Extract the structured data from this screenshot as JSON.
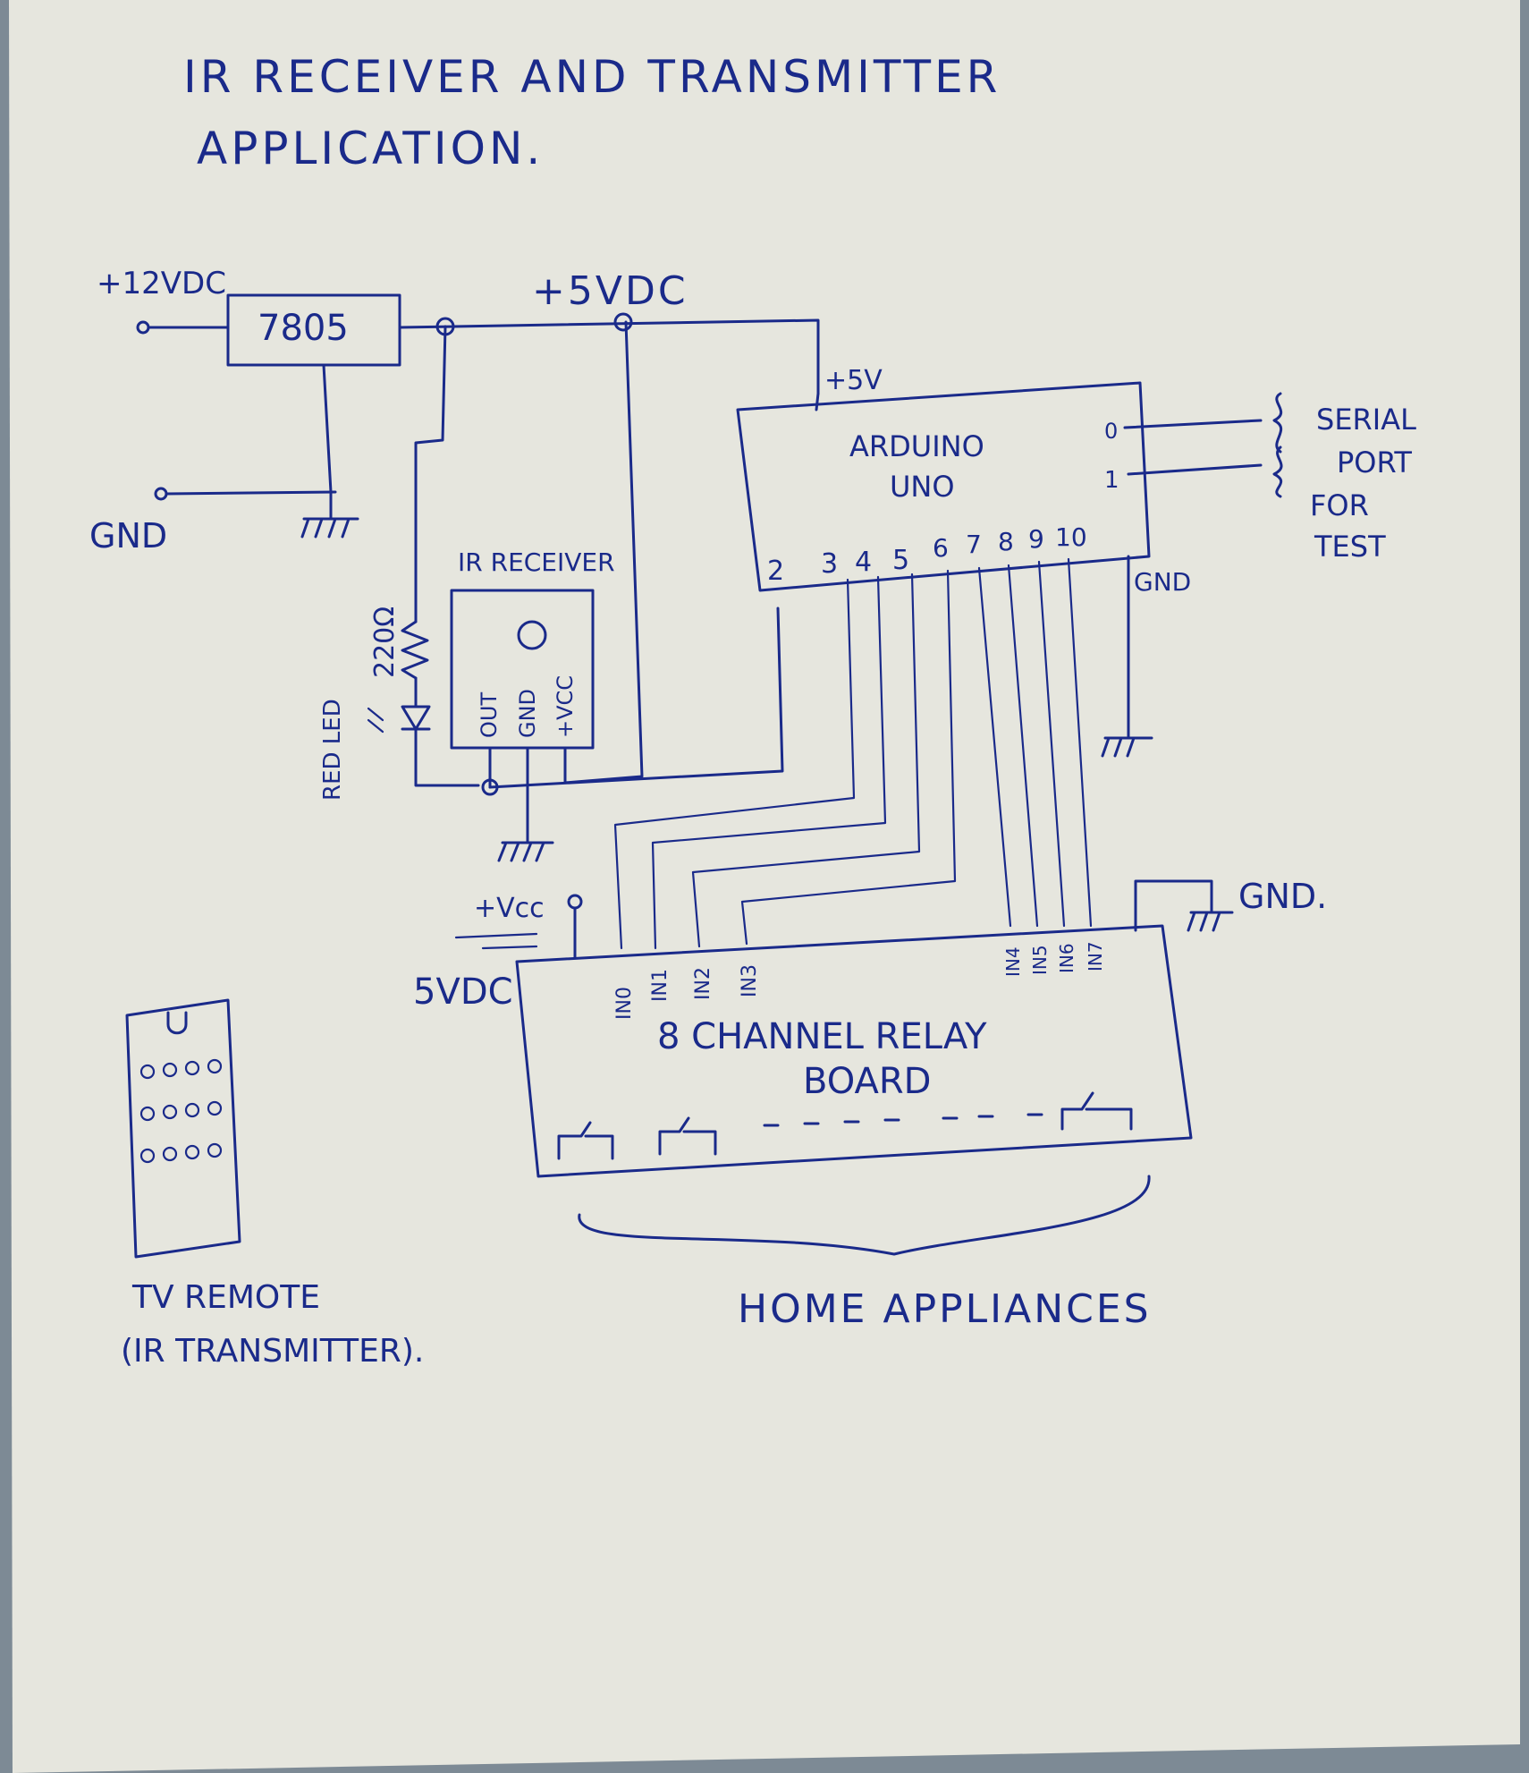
{
  "title_line1": "IR RECEIVER AND TRANSMITTER",
  "title_line2": "APPLICATION.",
  "supply": {
    "input_label": "+12VDC",
    "gnd_label": "GND",
    "regulator_label": "7805",
    "rail_label": "+5VDC"
  },
  "resistor_label": "220Ω",
  "led_label": "RED LED",
  "ir_receiver": {
    "title": "IR RECEIVER",
    "pins": [
      "OUT",
      "GND",
      "+VCC"
    ]
  },
  "arduino": {
    "line1": "ARDUINO",
    "line2": "UNO",
    "power_label": "+5V",
    "gnd_label": "GND",
    "serial_pins": [
      "0",
      "1"
    ],
    "digital_pins": [
      "2",
      "3",
      "4",
      "5",
      "6",
      "7",
      "8",
      "9",
      "10"
    ]
  },
  "serial": {
    "line1": "SERIAL",
    "line2": "PORT",
    "line3": "FOR",
    "line4": "TEST"
  },
  "relay_board": {
    "line1": "8 CHANNEL RELAY",
    "line2": "BOARD",
    "vcc_label": "+Vcc",
    "vcc_value": "5VDC",
    "gnd_label": "GND.",
    "inputs": [
      "IN0",
      "IN1",
      "IN2",
      "IN3",
      "IN4",
      "IN5",
      "IN6",
      "IN7"
    ]
  },
  "remote": {
    "line1": "TV REMOTE",
    "line2": "(IR TRANSMITTER)."
  },
  "appliances_label": "HOME APPLIANCES",
  "colors": {
    "ink": "#1a2a8a",
    "paper": "#e6e6de",
    "background": "#7d8a95"
  }
}
